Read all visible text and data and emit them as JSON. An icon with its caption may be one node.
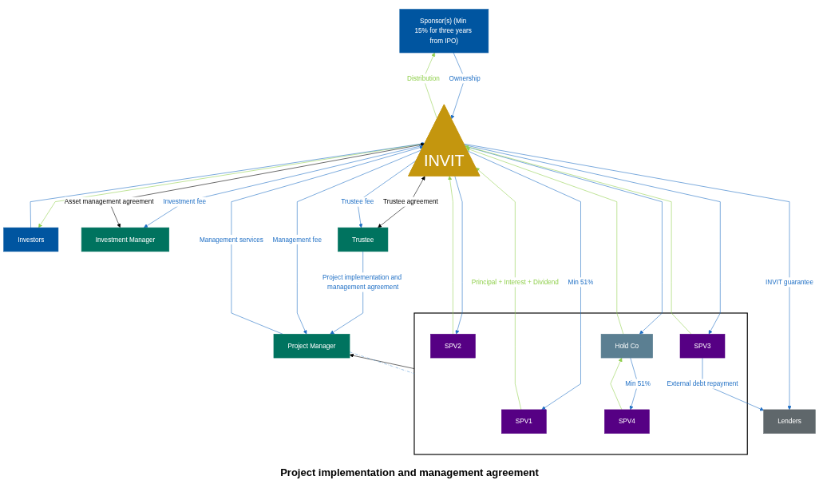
{
  "diagram": {
    "nodes": [
      {
        "text": [
          "Sponsor(s) (Min 15% for three years from IPO)"
        ]
      },
      {
        "text": [
          "Investors"
        ]
      },
      {
        "text": [
          "Investment Manager"
        ]
      },
      {
        "text": [
          "INVIT"
        ]
      },
      {
        "text": [
          "Trustee"
        ]
      },
      {
        "text": [],
        "shape": "box"
      },
      {
        "text": [
          "SPV1"
        ],
        "in": 5
      },
      {
        "text": [
          "SPV2"
        ],
        "in": 5
      },
      {
        "text": [
          "SPV3"
        ],
        "in": 5
      },
      {
        "text": [
          "Hold Co"
        ],
        "in": 5
      },
      {
        "text": [
          "SPV4"
        ],
        "in": 5
      },
      {
        "text": [
          "Project Manager"
        ]
      },
      {
        "text": [
          "Lenders"
        ]
      }
    ],
    "edges": [
      {
        "from": 3,
        "to": 0,
        "arrow": "to",
        "label": "Distribution",
        "color": "#92d050"
      },
      {
        "from": 3,
        "to": 1,
        "arrow": "to",
        "color": "#92d050"
      },
      {
        "from": 0,
        "to": 3,
        "arrow": "to",
        "label": "Ownership"
      },
      {
        "from": 1,
        "to": 3,
        "arrow": "to"
      },
      {
        "from": 2,
        "to": 3,
        "arrow": "both",
        "label": "Asset management agreement",
        "color": "#000000"
      },
      {
        "from": 3,
        "to": 2,
        "arrow": "to",
        "label": "Investment fee"
      },
      {
        "from": 3,
        "to": 4,
        "arrow": "both",
        "label": "Trustee agreement",
        "color": "#000000"
      },
      {
        "from": 3,
        "to": 4,
        "arrow": "to",
        "label": "Trustee fee"
      },
      {
        "from": 3,
        "to": 12,
        "arrow": "to",
        "label": "INVIT guarantee"
      },
      {
        "from": 4,
        "to": 11,
        "arrow": "to",
        "label": "Project implementation and management agreement"
      },
      {
        "from": 3,
        "to": 11,
        "arrow": "to",
        "label": "Management fee"
      },
      {
        "from": 11,
        "to": 3,
        "arrow": "to",
        "label": "Management services"
      },
      {
        "from": 3,
        "to": 6,
        "arrow": "to",
        "label": "Min 51%"
      },
      {
        "from": 3,
        "to": 7,
        "arrow": "to"
      },
      {
        "from": 3,
        "to": 8,
        "arrow": "to"
      },
      {
        "from": 3,
        "to": 9,
        "arrow": "to"
      },
      {
        "from": 6,
        "to": 3,
        "arrow": "to",
        "label": "Principal + Interest + Dividend",
        "color": "#92d050"
      },
      {
        "from": 7,
        "to": 3,
        "arrow": "to",
        "color": "#92d050"
      },
      {
        "from": 8,
        "to": 3,
        "arrow": "to",
        "color": "#92d050"
      },
      {
        "from": 9,
        "to": 3,
        "arrow": "to",
        "color": "#92d050"
      },
      {
        "from": 9,
        "to": 10,
        "arrow": "to",
        "label": "Min 51%"
      },
      {
        "from": 10,
        "to": 9,
        "arrow": "to",
        "color": "#92d050"
      },
      {
        "from": 8,
        "to": 12,
        "arrow": "to",
        "label": "External debt repayment"
      },
      {
        "from": 5,
        "to": 11,
        "arrow": "to",
        "color": "#000000"
      },
      {
        "from": 11,
        "to": 5,
        "arrow": "none",
        "style": "dashed",
        "color": "#5b9bd5"
      }
    ],
    "labels": [
      "Project implementation and management agreement"
    ]
  }
}
